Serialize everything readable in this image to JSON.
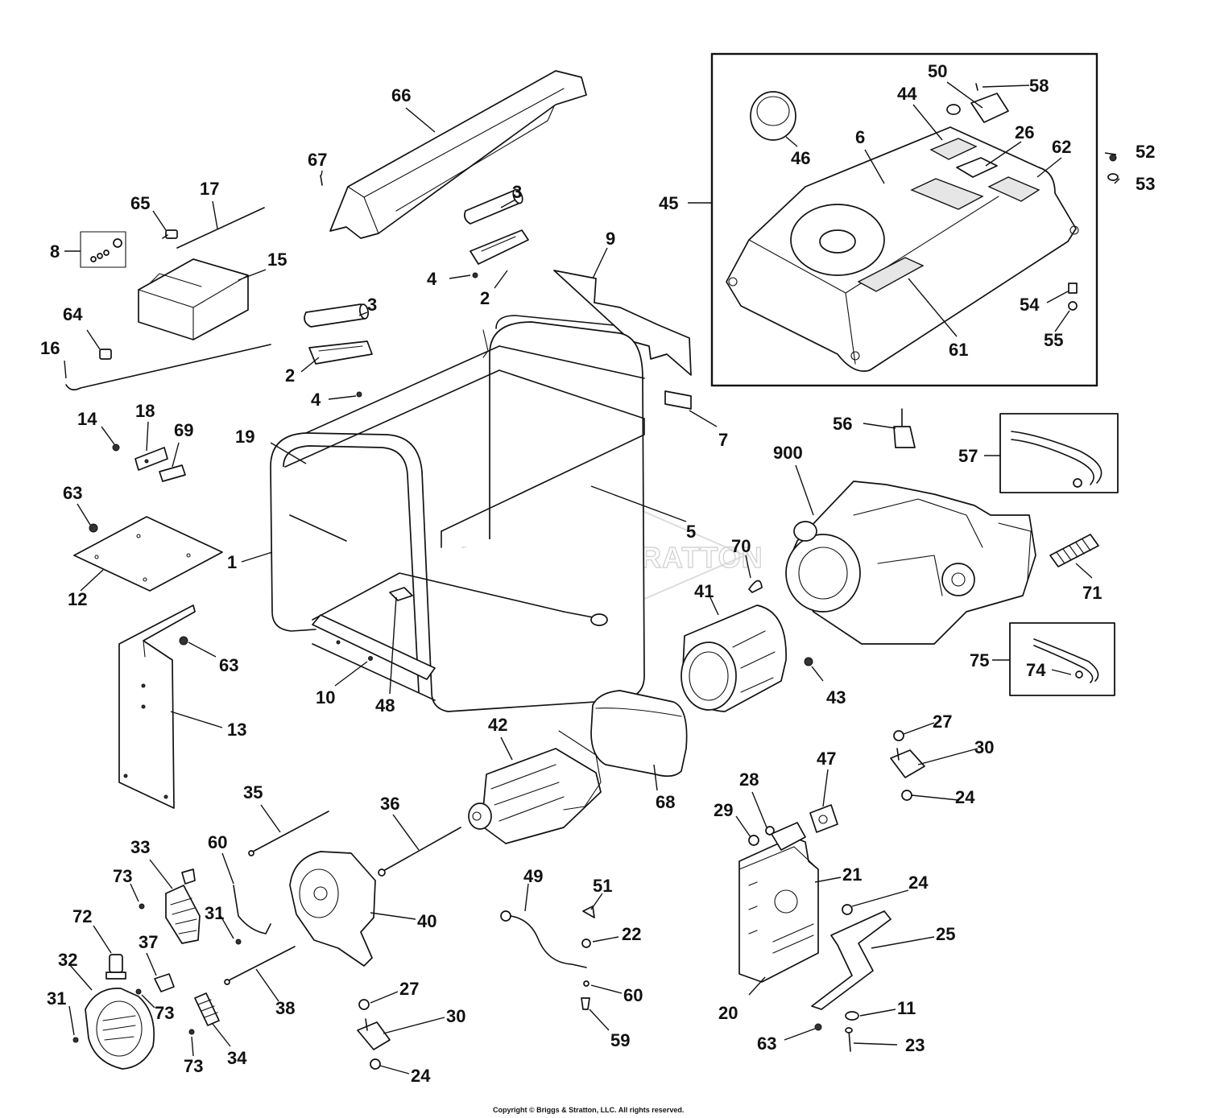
{
  "watermark": "BRIGGS&STRATTON",
  "copyright": "Copyright © Briggs & Stratton, LLC. All rights reserved.",
  "callouts": [
    {
      "id": "c66",
      "label": "66"
    },
    {
      "id": "c67",
      "label": "67"
    },
    {
      "id": "c17",
      "label": "17"
    },
    {
      "id": "c65",
      "label": "65"
    },
    {
      "id": "c8",
      "label": "8"
    },
    {
      "id": "c15",
      "label": "15"
    },
    {
      "id": "c3a",
      "label": "3"
    },
    {
      "id": "c4a",
      "label": "4"
    },
    {
      "id": "c2a",
      "label": "2"
    },
    {
      "id": "c9",
      "label": "9"
    },
    {
      "id": "c3b",
      "label": "3"
    },
    {
      "id": "c2b",
      "label": "2"
    },
    {
      "id": "c4b",
      "label": "4"
    },
    {
      "id": "c64",
      "label": "64"
    },
    {
      "id": "c16",
      "label": "16"
    },
    {
      "id": "c14",
      "label": "14"
    },
    {
      "id": "c18",
      "label": "18"
    },
    {
      "id": "c69",
      "label": "69"
    },
    {
      "id": "c19",
      "label": "19"
    },
    {
      "id": "c7",
      "label": "7"
    },
    {
      "id": "c63a",
      "label": "63"
    },
    {
      "id": "c12",
      "label": "12"
    },
    {
      "id": "c1",
      "label": "1"
    },
    {
      "id": "c5",
      "label": "5"
    },
    {
      "id": "c63b",
      "label": "63"
    },
    {
      "id": "c13",
      "label": "13"
    },
    {
      "id": "c10",
      "label": "10"
    },
    {
      "id": "c48",
      "label": "48"
    },
    {
      "id": "c50",
      "label": "50"
    },
    {
      "id": "c58",
      "label": "58"
    },
    {
      "id": "c44",
      "label": "44"
    },
    {
      "id": "c46",
      "label": "46"
    },
    {
      "id": "c6",
      "label": "6"
    },
    {
      "id": "c26",
      "label": "26"
    },
    {
      "id": "c62",
      "label": "62"
    },
    {
      "id": "c52",
      "label": "52"
    },
    {
      "id": "c53",
      "label": "53"
    },
    {
      "id": "c45",
      "label": "45"
    },
    {
      "id": "c54",
      "label": "54"
    },
    {
      "id": "c55",
      "label": "55"
    },
    {
      "id": "c61",
      "label": "61"
    },
    {
      "id": "c56",
      "label": "56"
    },
    {
      "id": "c57",
      "label": "57"
    },
    {
      "id": "c900",
      "label": "900"
    },
    {
      "id": "c70",
      "label": "70"
    },
    {
      "id": "c41",
      "label": "41"
    },
    {
      "id": "c71",
      "label": "71"
    },
    {
      "id": "c75",
      "label": "75"
    },
    {
      "id": "c74",
      "label": "74"
    },
    {
      "id": "c43",
      "label": "43"
    },
    {
      "id": "c42",
      "label": "42"
    },
    {
      "id": "c68",
      "label": "68"
    },
    {
      "id": "c27a",
      "label": "27"
    },
    {
      "id": "c30a",
      "label": "30"
    },
    {
      "id": "c24a",
      "label": "24"
    },
    {
      "id": "c47",
      "label": "47"
    },
    {
      "id": "c28",
      "label": "28"
    },
    {
      "id": "c29",
      "label": "29"
    },
    {
      "id": "c21",
      "label": "21"
    },
    {
      "id": "c24b",
      "label": "24"
    },
    {
      "id": "c25",
      "label": "25"
    },
    {
      "id": "c11",
      "label": "11"
    },
    {
      "id": "c20",
      "label": "20"
    },
    {
      "id": "c63c",
      "label": "63"
    },
    {
      "id": "c23",
      "label": "23"
    },
    {
      "id": "c35",
      "label": "35"
    },
    {
      "id": "c36",
      "label": "36"
    },
    {
      "id": "c33",
      "label": "33"
    },
    {
      "id": "c60a",
      "label": "60"
    },
    {
      "id": "c73a",
      "label": "73"
    },
    {
      "id": "c72",
      "label": "72"
    },
    {
      "id": "c31a",
      "label": "31"
    },
    {
      "id": "c40",
      "label": "40"
    },
    {
      "id": "c49",
      "label": "49"
    },
    {
      "id": "c51",
      "label": "51"
    },
    {
      "id": "c22",
      "label": "22"
    },
    {
      "id": "c32",
      "label": "32"
    },
    {
      "id": "c37",
      "label": "37"
    },
    {
      "id": "c31b",
      "label": "31"
    },
    {
      "id": "c73b",
      "label": "73"
    },
    {
      "id": "c38",
      "label": "38"
    },
    {
      "id": "c60b",
      "label": "60"
    },
    {
      "id": "c27b",
      "label": "27"
    },
    {
      "id": "c30b",
      "label": "30"
    },
    {
      "id": "c34",
      "label": "34"
    },
    {
      "id": "c73c",
      "label": "73"
    },
    {
      "id": "c59",
      "label": "59"
    },
    {
      "id": "c24c",
      "label": "24"
    }
  ]
}
